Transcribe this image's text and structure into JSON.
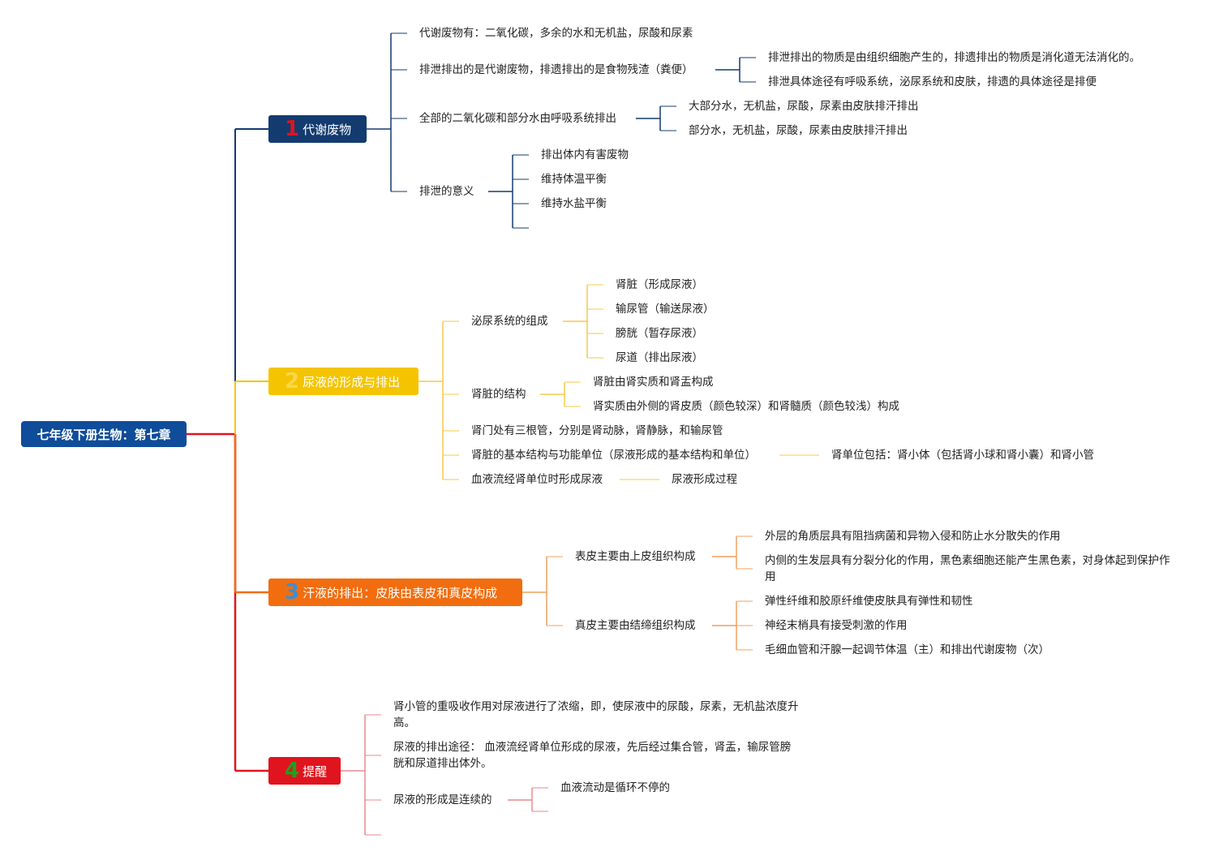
{
  "root": {
    "label": "七年级下册生物：第七章"
  },
  "colors": {
    "root": "#0f4c99",
    "b1": "#133b70",
    "b2": "#f5c400",
    "b3": "#f26d0f",
    "b4": "#e0141e",
    "num1": "#e0141e",
    "num2": "#f7d74a",
    "num3": "#3a8fd8",
    "num4": "#1ea11e",
    "sub2": "#f7c84a",
    "sub3": "#f0a060",
    "sub4": "#e88a90"
  },
  "b1": {
    "num": "1",
    "label": "代谢废物",
    "n1": "代谢废物有：二氧化碳，多余的水和无机盐，尿酸和尿素",
    "n2": "排泄排出的是代谢废物，排遗排出的是食物残渣（粪便）",
    "n2a": "排泄排出的物质是由组织细胞产生的，排遗排出的物质是消化道无法消化的。",
    "n2b": "排泄具体途径有呼吸系统，泌尿系统和皮肤，排遗的具体途径是排便",
    "n3": "全部的二氧化碳和部分水由呼吸系统排出",
    "n3a": "大部分水，无机盐，尿酸，尿素由皮肤排汗排出",
    "n3b": "部分水，无机盐，尿酸，尿素由皮肤排汗排出",
    "n4": "排泄的意义",
    "n4a": "排出体内有害废物",
    "n4b": "维持体温平衡",
    "n4c": "维持水盐平衡"
  },
  "b2": {
    "num": "2",
    "label": "尿液的形成与排出",
    "n1": "泌尿系统的组成",
    "n1a": "肾脏（形成尿液）",
    "n1b": "输尿管（输送尿液）",
    "n1c": "膀胱（暂存尿液）",
    "n1d": "尿道（排出尿液）",
    "n2": "肾脏的结构",
    "n2a": "肾脏由肾实质和肾盂构成",
    "n2b": "肾实质由外侧的肾皮质（颜色较深）和肾髓质（颜色较浅）构成",
    "n3": "肾门处有三根管，分别是肾动脉，肾静脉，和输尿管",
    "n4": "肾脏的基本结构与功能单位（尿液形成的基本结构和单位）",
    "n4a": "肾单位包括：肾小体（包括肾小球和肾小囊）和肾小管",
    "n5": "血液流经肾单位时形成尿液",
    "n5a": "尿液形成过程"
  },
  "b3": {
    "num": "3",
    "label": "汗液的排出：皮肤由表皮和真皮构成",
    "n1": "表皮主要由上皮组织构成",
    "n1a": "外层的角质层具有阻挡病菌和异物入侵和防止水分散失的作用",
    "n1b": "内侧的生发层具有分裂分化的作用，黑色素细胞还能产生黑色素，对身体起到保护作用",
    "n2": "真皮主要由结缔组织构成",
    "n2a": "弹性纤维和胶原纤维使皮肤具有弹性和韧性",
    "n2b": "神经末梢具有接受刺激的作用",
    "n2c": "毛细血管和汗腺一起调节体温（主）和排出代谢废物（次）"
  },
  "b4": {
    "num": "4",
    "label": "提醒",
    "n1": "肾小管的重吸收作用对尿液进行了浓缩，即，使尿液中的尿酸，尿素，无机盐浓度升高。",
    "n2": "尿液的排出途径： 血液流经肾单位形成的尿液，先后经过集合管，肾盂，输尿管膀胱和尿道排出体外。",
    "n3": "尿液的形成是连续的",
    "n3a": "血液流动是循环不停的"
  }
}
